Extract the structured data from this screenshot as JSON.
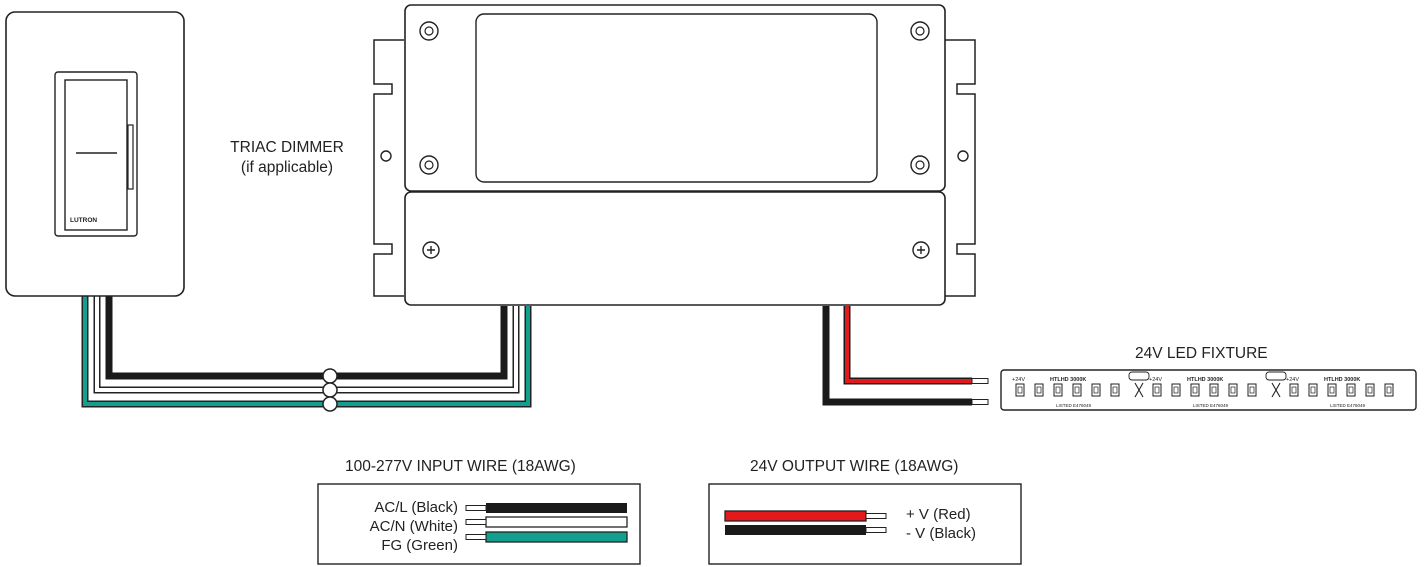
{
  "labels": {
    "dimmer_line1": "TRIAC DIMMER",
    "dimmer_line2": "(if applicable)",
    "led_fixture": "24V LED FIXTURE",
    "input_wire_title": "100-277V INPUT WIRE (18AWG)",
    "output_wire_title": "24V OUTPUT WIRE (18AWG)"
  },
  "dimmer": {
    "brand": "LUTRON"
  },
  "input_legend": [
    {
      "label": "AC/L (Black)",
      "color": "#1a1a1a"
    },
    {
      "label": "AC/N (White)",
      "color": "#ffffff"
    },
    {
      "label": "FG (Green)",
      "color": "#139f8f"
    }
  ],
  "output_legend": [
    {
      "label": "+ V (Red)",
      "color": "#e3191c"
    },
    {
      "label": "- V (Black)",
      "color": "#1a1a1a"
    }
  ],
  "led_strip": {
    "voltage_mark": "+24V",
    "model_mark": "HTLHD 3000K",
    "listing_mark": "LISTED E476049"
  },
  "colors": {
    "black_wire": "#1a1a1a",
    "white_wire": "#ffffff",
    "green_wire": "#139f8f",
    "red_wire": "#e3191c",
    "outline": "#222222"
  }
}
